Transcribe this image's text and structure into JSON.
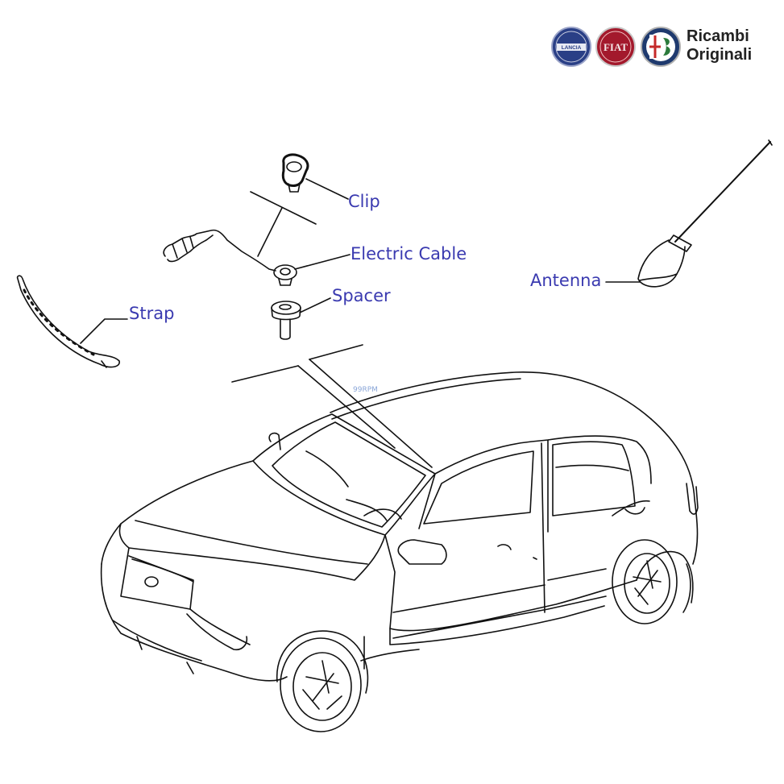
{
  "brand": {
    "badges": [
      "lancia-badge",
      "fiat-badge",
      "alfa-romeo-badge"
    ],
    "badge_text": {
      "lancia": "LANCIA",
      "fiat": "FIAT"
    },
    "line1": "Ricambi",
    "line2": "Originali"
  },
  "callouts": {
    "clip": "Clip",
    "electric_cable": "Electric Cable",
    "spacer": "Spacer",
    "strap": "Strap",
    "antenna": "Antenna"
  },
  "watermark": "99RPM",
  "colors": {
    "label": "#3a3ab0",
    "line_art": "#111111",
    "lancia_badge": "#2a3f86",
    "fiat_badge": "#a3192c",
    "alfa_badge": "#1f3a6e"
  }
}
